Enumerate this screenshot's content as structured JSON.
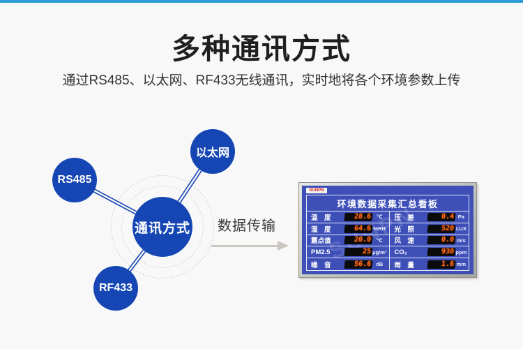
{
  "colors": {
    "top_bar": "#2E9BD6",
    "node_blue": "#1546B4",
    "panel_blue": "#3E50B8",
    "led_orange": "#FF6B1A",
    "arrow_gray": "#CCC6C0"
  },
  "header": {
    "title": "多种通讯方式",
    "subtitle": "通过RS485、以太网、RF433无线通讯，实时地将各个环境参数上传"
  },
  "diagram": {
    "center_node": "通讯方式",
    "satellites": [
      "RS485",
      "以太网",
      "RF433"
    ],
    "arrow_label": "数据传输"
  },
  "panel": {
    "brand": "SUNPN",
    "watermark": "SUNPN",
    "title": "环境数据采集汇总看板",
    "rows_left": [
      {
        "label": "温　度",
        "value": "28.6",
        "unit": "℃"
      },
      {
        "label": "湿　度",
        "value": "64.6",
        "unit": "%RH"
      },
      {
        "label": "露点值",
        "value": "20.0",
        "unit": "℃"
      },
      {
        "label": "PM2.5",
        "value": "25",
        "unit": "μg/m³"
      },
      {
        "label": "噪　音",
        "value": "56.6",
        "unit": "dB"
      }
    ],
    "rows_right": [
      {
        "label": "压　差",
        "value": "0.4",
        "unit": "Pa"
      },
      {
        "label": "光　照",
        "value": "520",
        "unit": "LUX"
      },
      {
        "label": "风　速",
        "value": "0.0",
        "unit": "m/s"
      },
      {
        "label": "CO₂",
        "value": "930",
        "unit": "ppm"
      },
      {
        "label": "雨　量",
        "value": "1.6",
        "unit": "mm"
      }
    ]
  }
}
